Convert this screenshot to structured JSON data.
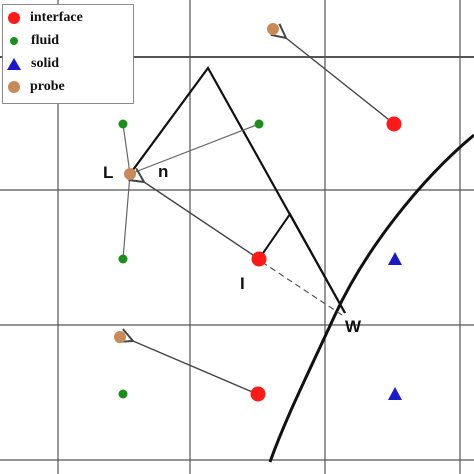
{
  "legend": {
    "interface": {
      "label": "interface",
      "color": "#ff1a1a"
    },
    "fluid": {
      "label": "fluid",
      "color": "#1a8f1a"
    },
    "solid": {
      "label": "solid",
      "color": "#1a1acc"
    },
    "probe": {
      "label": "probe",
      "color": "#c98a5a"
    }
  },
  "labels": {
    "L": "L",
    "n": "n",
    "I": "I",
    "W": "W"
  }
}
